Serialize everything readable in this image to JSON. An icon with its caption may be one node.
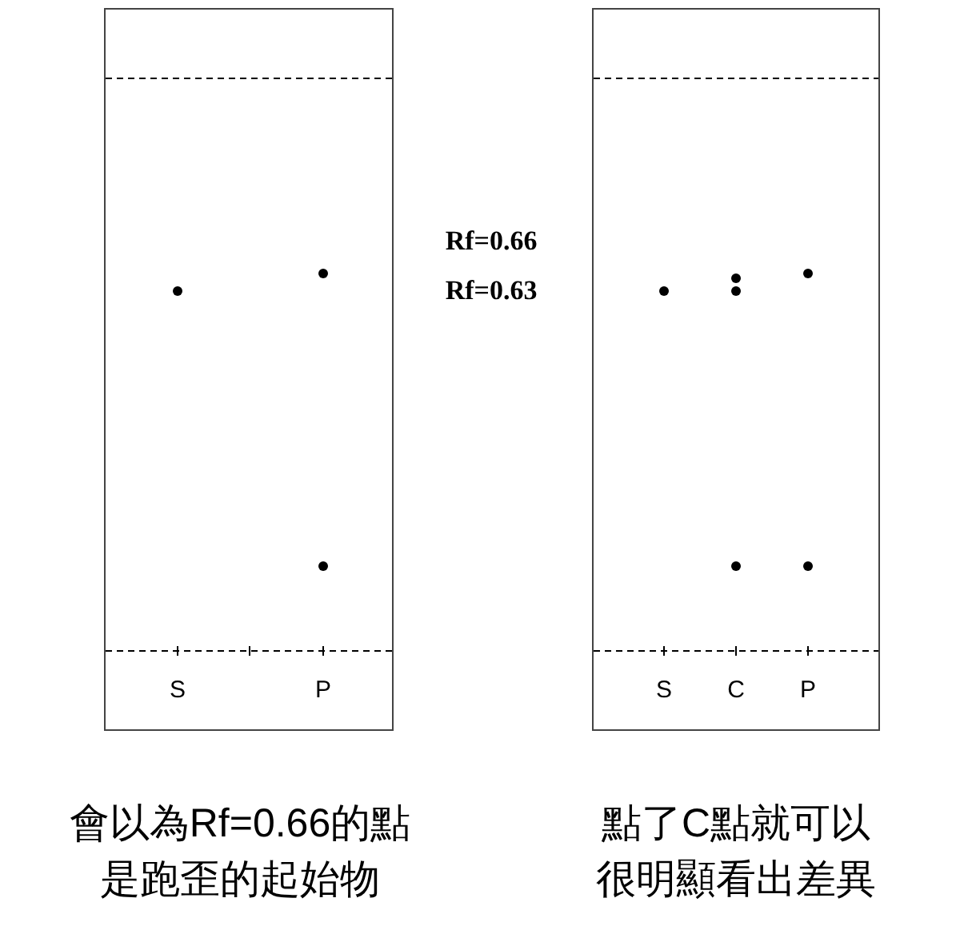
{
  "diagram": {
    "nodes": [
      {
        "text": [
          "S",
          "P"
        ]
      },
      {
        "text": [
          "S",
          "C",
          "P"
        ]
      }
    ],
    "labels": [
      "Rf=0.66",
      "Rf=0.63",
      "會以為Rf=0.66的點是跑歪的起始物",
      "點了C點就可以很明顯看出差異"
    ]
  }
}
